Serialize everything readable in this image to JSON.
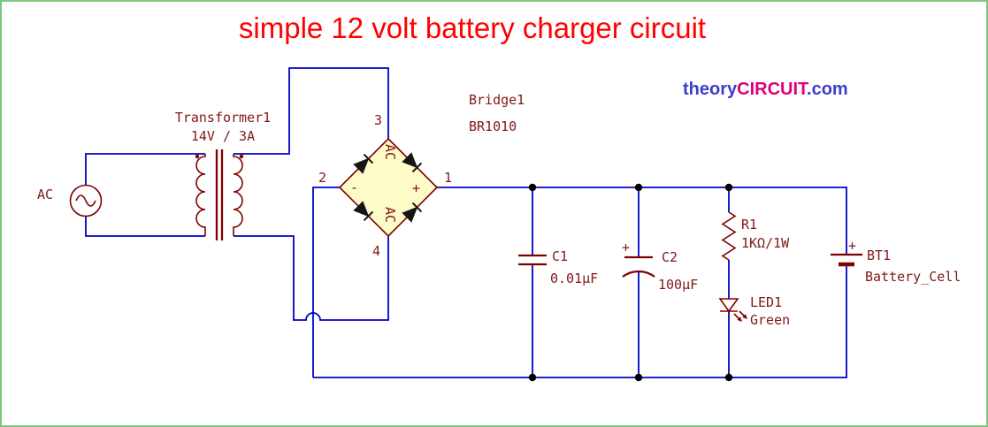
{
  "page": {
    "title": "simple 12 volt battery charger circuit",
    "watermark": {
      "theory": "theory",
      "circuit": "CIRCUIT",
      "com": ".com"
    }
  },
  "colors": {
    "title": "#ff0000",
    "wire": "#0000c8",
    "symbol": "#800000",
    "label_text": "#801818",
    "bridge_fill": "#fdfbc8",
    "frame_border": "#7dc87d",
    "watermark_blue": "#3c3ccc",
    "watermark_magenta": "#dd0077",
    "junction_dot": "#000000"
  },
  "components": {
    "ac_source": {
      "label": "AC"
    },
    "transformer": {
      "name": "Transformer1",
      "value": "14V / 3A"
    },
    "bridge": {
      "name": "Bridge1",
      "value": "BR1010",
      "pin1": "1",
      "pin2": "2",
      "pin3": "3",
      "pin4": "4",
      "ac_top": "AC",
      "ac_bottom": "AC",
      "plus": "+",
      "minus": "-"
    },
    "c1": {
      "name": "C1",
      "value": "0.01µF"
    },
    "c2": {
      "name": "C2",
      "value": "100µF",
      "plus": "+"
    },
    "r1": {
      "name": "R1",
      "value": "1KΩ/1W"
    },
    "led1": {
      "name": "LED1",
      "value": "Green"
    },
    "bt1": {
      "name": "BT1",
      "value": "Battery_Cell",
      "plus": "+"
    }
  }
}
